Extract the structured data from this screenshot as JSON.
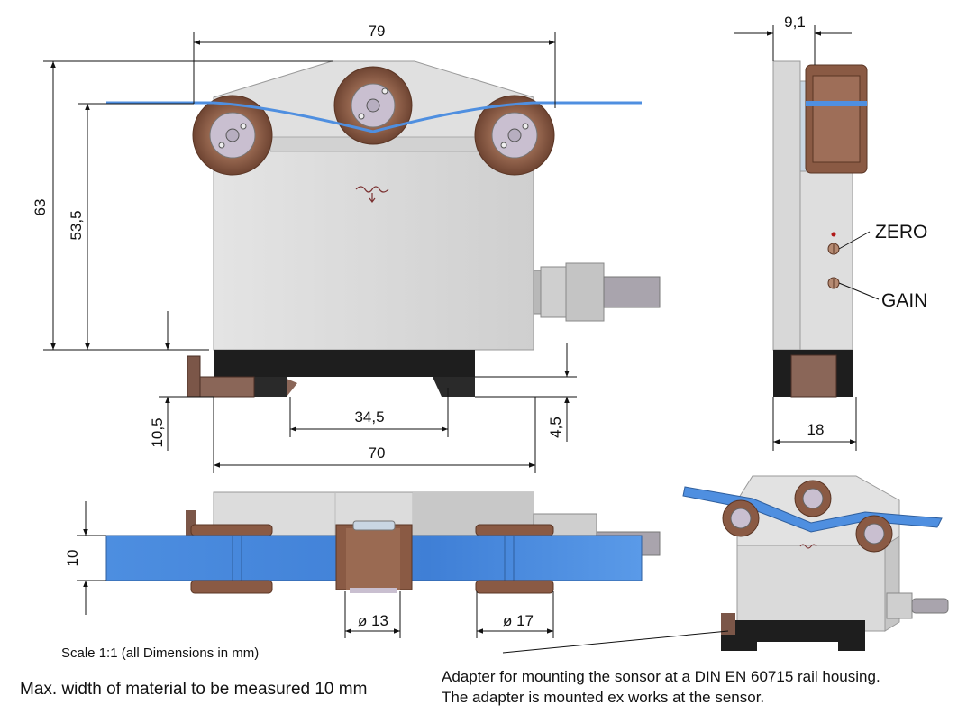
{
  "dimensions": {
    "width_top": "79",
    "height_total": "63",
    "height_roller": "53,5",
    "rail_height": "10,5",
    "adapter_inner": "34,5",
    "adapter_height": "4,5",
    "base_width": "70",
    "side_thickness": "9,1",
    "side_depth": "18",
    "top_view_height": "10",
    "roller_diameter_small": "ø 13",
    "roller_diameter_large": "ø 17"
  },
  "labels": {
    "zero": "ZERO",
    "gain": "GAIN"
  },
  "notes": {
    "scale": "Scale 1:1 (all Dimensions in mm)",
    "max_width": "Max. width of material to be measured 10 mm",
    "adapter_line1": "Adapter for mounting the sonsor at a DIN EN 60715 rail housing.",
    "adapter_line2": "The adapter is mounted ex works at the sensor."
  },
  "colors": {
    "housing": "#d6d6d6",
    "roller": "#8a5a44",
    "material_band": "#4f8fe0",
    "adapter": "#1e1e1e"
  }
}
